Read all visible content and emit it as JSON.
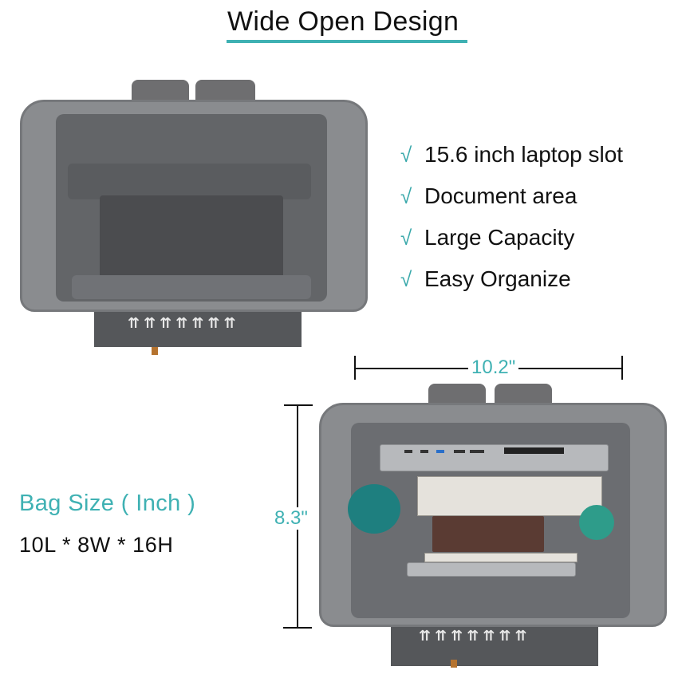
{
  "header": {
    "title": "Wide Open Design",
    "underline_color": "#3fb1b3"
  },
  "features": {
    "check_symbol": "√",
    "items": [
      {
        "label": "15.6 inch laptop slot"
      },
      {
        "label": "Document area"
      },
      {
        "label": "Large Capacity"
      },
      {
        "label": "Easy Organize"
      }
    ]
  },
  "bag_size": {
    "label": "Bag Size ( Inch )",
    "value": "10L * 8W * 16H"
  },
  "dimensions": {
    "width_label": "10.2\"",
    "height_label": "8.3\""
  },
  "images": [
    {
      "name": "empty-bag-top-view",
      "description": "Open backpack viewed from above, empty interior with organizer pockets"
    },
    {
      "name": "filled-bag-top-view",
      "description": "Open backpack viewed from above containing laptop, books, notebook, water bottle and umbrella"
    }
  ],
  "colors": {
    "accent": "#3fb1b3",
    "text": "#111111",
    "bag_gray": "#8a8c8f"
  }
}
